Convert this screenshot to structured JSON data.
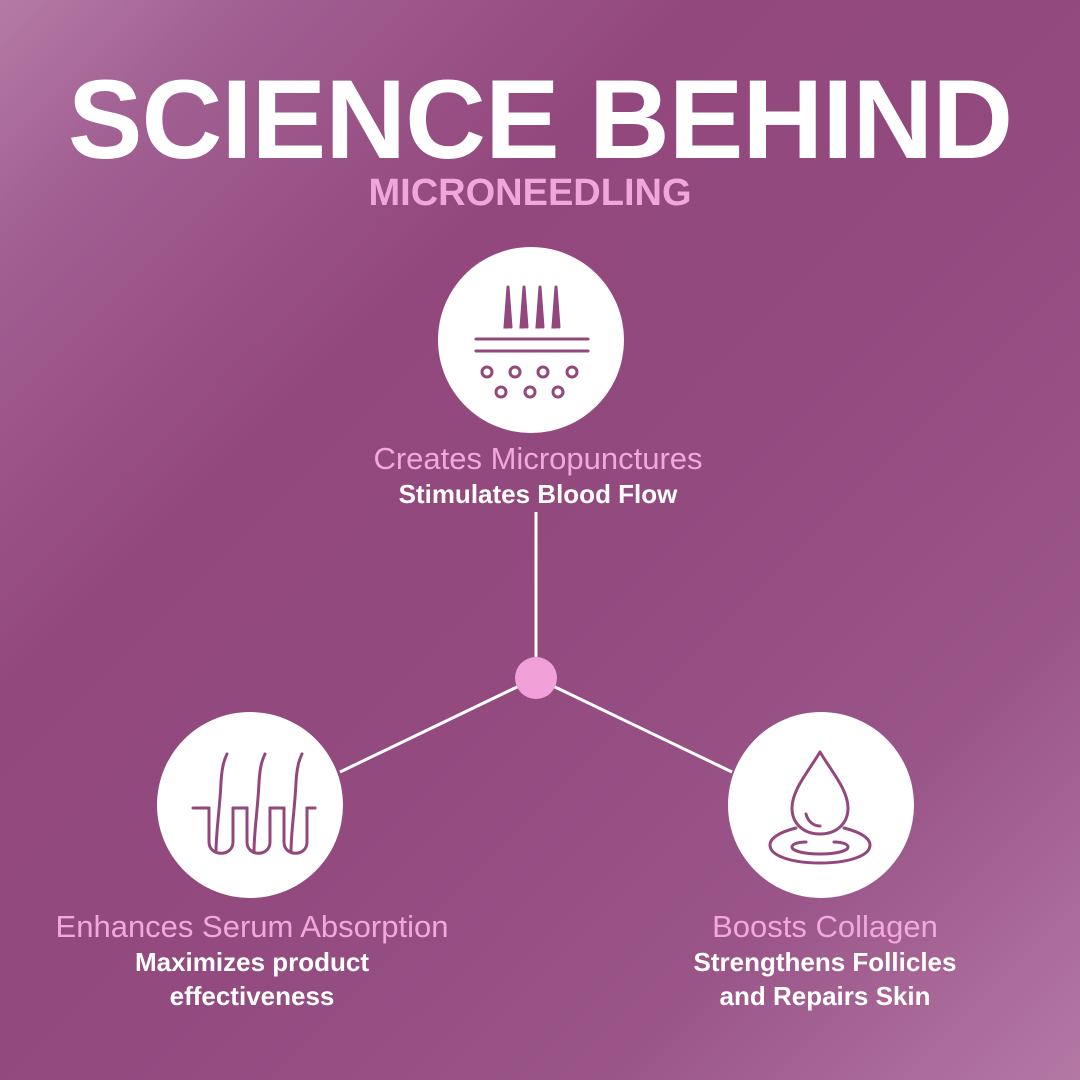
{
  "header": {
    "title": "SCIENCE BEHIND",
    "subtitle": "MICRONEEDLING"
  },
  "colors": {
    "accent_pink": "#f3a8dc",
    "hub": "#f2a0d8",
    "icon_stroke": "#93487d",
    "background_purple": "#93487d"
  },
  "nodes": {
    "top": {
      "icon": "microneedle-skin-icon",
      "title": "Creates Micropunctures",
      "subtitle": "Stimulates Blood Flow"
    },
    "left": {
      "icon": "hair-follicle-icon",
      "title": "Enhances Serum Absorption",
      "subtitle_line1": "Maximizes product",
      "subtitle_line2": "effectiveness"
    },
    "right": {
      "icon": "water-drop-icon",
      "title": "Boosts Collagen",
      "subtitle_line1": "Strengthens Follicles",
      "subtitle_line2": "and Repairs Skin"
    }
  }
}
